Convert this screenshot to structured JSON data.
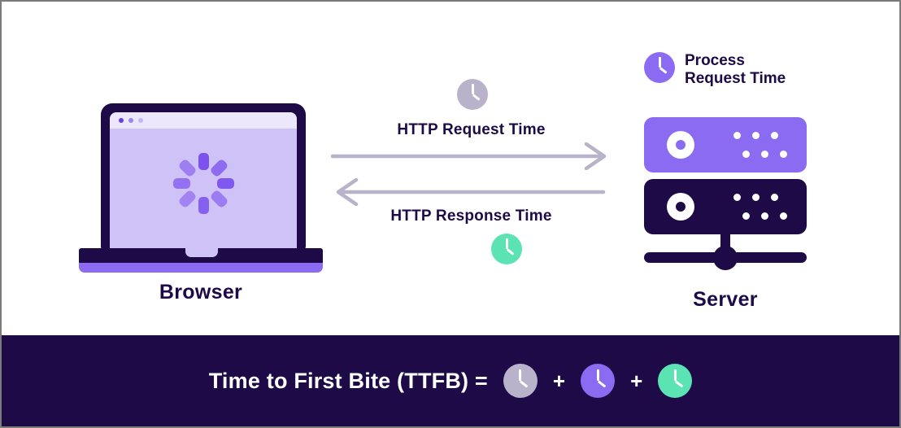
{
  "diagram": {
    "title": "Time to First Bite (TTFB) network timing diagram",
    "background": "#ffffff",
    "banner_background": "#1d0a47",
    "dark_navy": "#1d0a47",
    "purple": "#8b6bf2",
    "light_purple": "#cfc2f7",
    "grey": "#b8b3ca",
    "green": "#5ce3b4",
    "arrow_color": "#b8b3ca"
  },
  "browser": {
    "label": "Browser",
    "icon_name": "laptop-icon",
    "spinner_name": "loading-spinner",
    "chrome_dots": [
      "#6b3fe0",
      "#9d85ee",
      "#c4b7f3"
    ]
  },
  "server": {
    "label": "Server",
    "icon_name": "server-rack-icon",
    "process_label": "Process\nRequest Time",
    "process_clock_color": "#8b6bf2",
    "units": [
      {
        "name": "server-unit-top",
        "color": "#8b6bf2"
      },
      {
        "name": "server-unit-bottom",
        "color": "#1d0a47"
      }
    ]
  },
  "flow": {
    "request": {
      "label": "HTTP Request Time",
      "direction": "right",
      "clock_color": "#b8b3ca"
    },
    "response": {
      "label": "HTTP Response Time",
      "direction": "left",
      "clock_color": "#5ce3b4"
    }
  },
  "banner": {
    "equation_text": "Time to First Bite (TTFB)  =",
    "plus_1": "+",
    "plus_2": "+",
    "clocks": [
      {
        "name": "ttfb-clock-request",
        "color": "#b8b3ca"
      },
      {
        "name": "ttfb-clock-process",
        "color": "#8b6bf2"
      },
      {
        "name": "ttfb-clock-response",
        "color": "#5ce3b4"
      }
    ]
  }
}
